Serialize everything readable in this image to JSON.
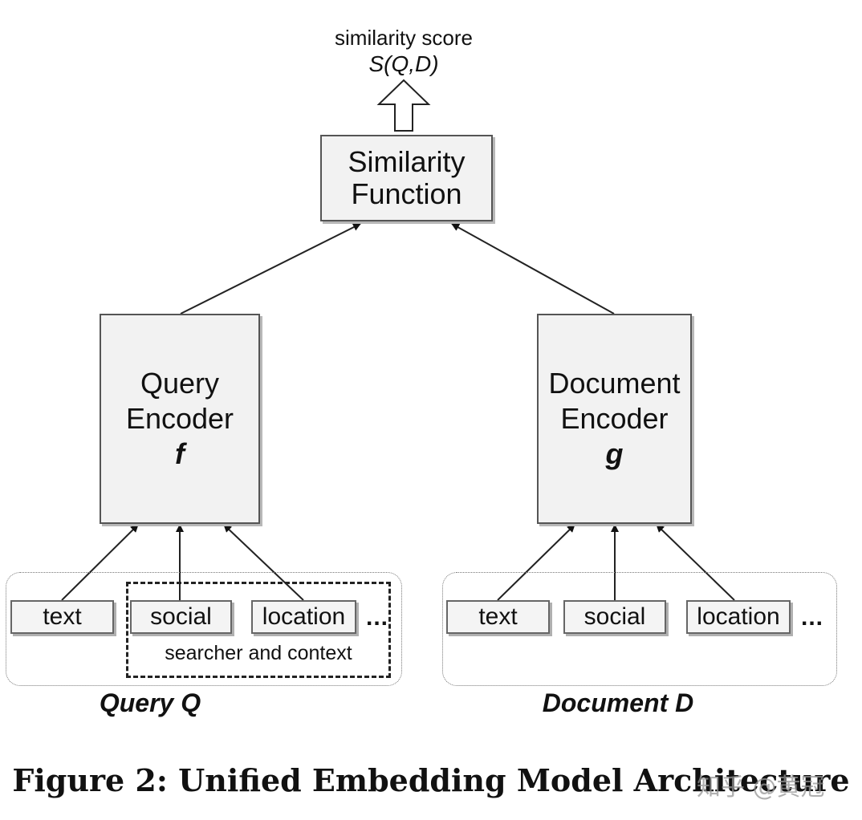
{
  "output": {
    "label": "similarity score",
    "formula": "S(Q,D)"
  },
  "similarity_function": {
    "line1": "Similarity",
    "line2": "Function"
  },
  "query_encoder": {
    "line1": "Query",
    "line2": "Encoder",
    "var": "f"
  },
  "document_encoder": {
    "line1": "Document",
    "line2": "Encoder",
    "var": "g"
  },
  "query_group": {
    "features": [
      "text",
      "social",
      "location"
    ],
    "ellipsis": "...",
    "context_label": "searcher and context",
    "label": "Query Q"
  },
  "document_group": {
    "features": [
      "text",
      "social",
      "location"
    ],
    "ellipsis": "...",
    "label": "Document D"
  },
  "caption": "Figure 2: Unified Embedding Model Architecture",
  "watermark": "知乎 @黄冠"
}
